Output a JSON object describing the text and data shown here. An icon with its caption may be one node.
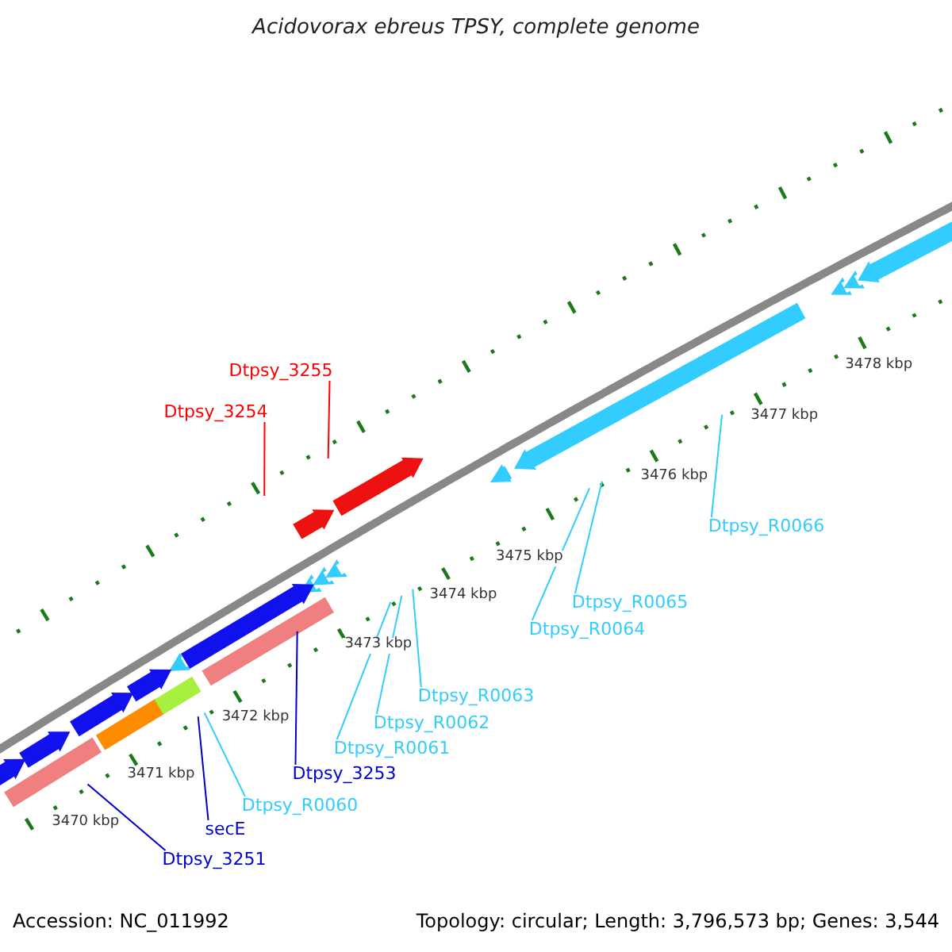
{
  "diagram": {
    "title": "Acidovorax ebreus TPSY, complete genome",
    "nodes": [
      {
        "text": [
          "Dtpsy_3255"
        ]
      },
      {
        "text": [
          "Dtpsy_3254"
        ]
      },
      {
        "text": [
          "Dtpsy_R0066"
        ]
      },
      {
        "text": [
          "Dtpsy_R0065"
        ]
      },
      {
        "text": [
          "Dtpsy_R0064"
        ]
      },
      {
        "text": [
          "Dtpsy_R0063"
        ]
      },
      {
        "text": [
          "Dtpsy_R0062"
        ]
      },
      {
        "text": [
          "Dtpsy_R0061"
        ]
      },
      {
        "text": [
          "Dtpsy_3253"
        ]
      },
      {
        "text": [
          "Dtpsy_R0060"
        ]
      },
      {
        "text": [
          "secE"
        ]
      },
      {
        "text": [
          "Dtpsy_3251"
        ]
      }
    ],
    "edges": [
      {
        "from": 0,
        "to": null,
        "arrow": "none",
        "color": "#ff0000"
      },
      {
        "from": 1,
        "to": null,
        "arrow": "none",
        "color": "#ff0000"
      },
      {
        "from": 2,
        "to": null,
        "arrow": "none"
      },
      {
        "from": 3,
        "to": null,
        "arrow": "none"
      },
      {
        "from": 4,
        "to": null,
        "arrow": "none"
      },
      {
        "from": 5,
        "to": null,
        "arrow": "none"
      },
      {
        "from": 6,
        "to": null,
        "arrow": "none"
      },
      {
        "from": 7,
        "to": null,
        "arrow": "none"
      },
      {
        "from": 8,
        "to": null,
        "arrow": "none",
        "color": "#0000cc"
      },
      {
        "from": 9,
        "to": null,
        "arrow": "none"
      },
      {
        "from": 10,
        "to": null,
        "arrow": "none",
        "color": "#0000cc"
      },
      {
        "from": 11,
        "to": null,
        "arrow": "none",
        "color": "#0000cc"
      }
    ],
    "labels": [
      "3478 kbp",
      "3477 kbp",
      "3476 kbp",
      "3475 kbp",
      "3474 kbp",
      "3473 kbp",
      "3472 kbp",
      "3471 kbp",
      "3470 kbp",
      "Accession: NC_011992",
      "Topology: circular; Length: 3,796,573 bp; Genes: 3,544"
    ]
  }
}
